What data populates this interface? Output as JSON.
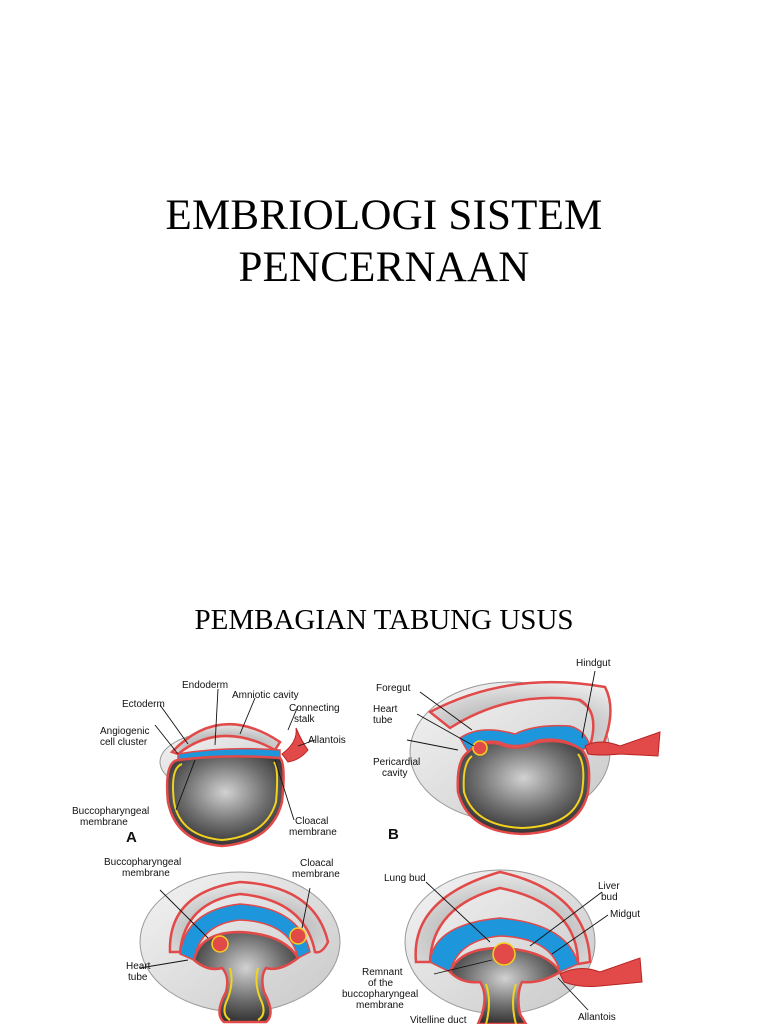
{
  "slide1": {
    "title_line1": "EMBRIOLOGI SISTEM",
    "title_line2": "PENCERNAAN"
  },
  "slide2": {
    "title": "PEMBAGIAN TABUNG USUS"
  },
  "figure": {
    "colors": {
      "gray_dark": "#2e2e2e",
      "gray_light": "#e6e6e6",
      "red": "#e24a4a",
      "blue": "#1e96dc",
      "yellow": "#f2d21e"
    },
    "panel_a": {
      "letter": "A",
      "labels": {
        "endoderm": "Endoderm",
        "amniotic_cavity": "Amniotic cavity",
        "ectoderm": "Ectoderm",
        "connecting_stalk_1": "Connecting",
        "connecting_stalk_2": "stalk",
        "angiogenic_1": "Angiogenic",
        "angiogenic_2": "cell cluster",
        "allantois": "Allantois",
        "buccopharyngeal_1": "Buccopharyngeal",
        "buccopharyngeal_2": "membrane",
        "cloacal_1": "Cloacal",
        "cloacal_2": "membrane"
      }
    },
    "panel_b": {
      "letter": "B",
      "labels": {
        "hindgut": "Hindgut",
        "foregut": "Foregut",
        "heart_tube_1": "Heart",
        "heart_tube_2": "tube",
        "pericardial_1": "Pericardial",
        "pericardial_2": "cavity"
      }
    },
    "panel_c": {
      "labels": {
        "buccopharyngeal_1": "Buccopharyngeal",
        "buccopharyngeal_2": "membrane",
        "cloacal_1": "Cloacal",
        "cloacal_2": "membrane",
        "heart_tube_1": "Heart",
        "heart_tube_2": "tube"
      }
    },
    "panel_d": {
      "labels": {
        "lung_bud": "Lung bud",
        "liver_bud_1": "Liver",
        "liver_bud_2": "bud",
        "midgut": "Midgut",
        "remnant_1": "Remnant",
        "remnant_2": "of the",
        "remnant_3": "buccopharyngeal",
        "remnant_4": "membrane",
        "allantois": "Allantois",
        "vitelline_duct": "Vitelline duct"
      }
    }
  }
}
